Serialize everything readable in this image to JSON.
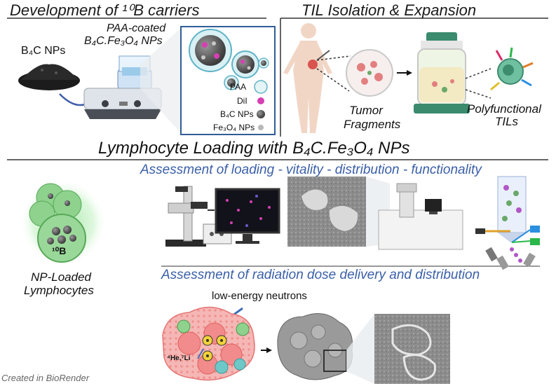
{
  "headers": {
    "development": "Development of ¹⁰B carriers",
    "til": "TIL Isolation & Expansion",
    "loading": "Lymphocyte Loading with B₄C.Fe₃O₄ NPs"
  },
  "assessments": {
    "loading": "Assessment of loading - vitality - distribution - functionality",
    "radiation": "Assessment of radiation dose delivery and distribution"
  },
  "labels": {
    "b4c_nps": "B₄C NPs",
    "paa_coated_1": "PAA-coated",
    "paa_coated_2": "B₄C.Fe₃O₄ NPs",
    "tumor_1": "Tumor",
    "tumor_2": "Fragments",
    "polyfunctional_1": "Polyfunctional",
    "polyfunctional_2": "TILs",
    "np_loaded_1": "NP-Loaded",
    "np_loaded_2": "Lymphocytes",
    "boron_cell": "¹⁰B",
    "low_energy": "low-energy neutrons",
    "alpha_li": "⁴He,⁷Li",
    "credit": "Created in BioRender"
  },
  "legend": [
    {
      "label": "PAA",
      "symbol": "paa-icon"
    },
    {
      "label": "DiI",
      "symbol": "dil-icon"
    },
    {
      "label": "B₄C NPs",
      "symbol": "b4c-icon"
    },
    {
      "label": "Fe₃O₄ NPs",
      "symbol": "fe3o4-icon"
    }
  ],
  "colors": {
    "accent_blue": "#3a5fa8",
    "cell_green": "#8ed28e",
    "tumor_pink": "#f08080",
    "dil_magenta": "#d63fb3",
    "frame_blue": "#2f5d96"
  }
}
